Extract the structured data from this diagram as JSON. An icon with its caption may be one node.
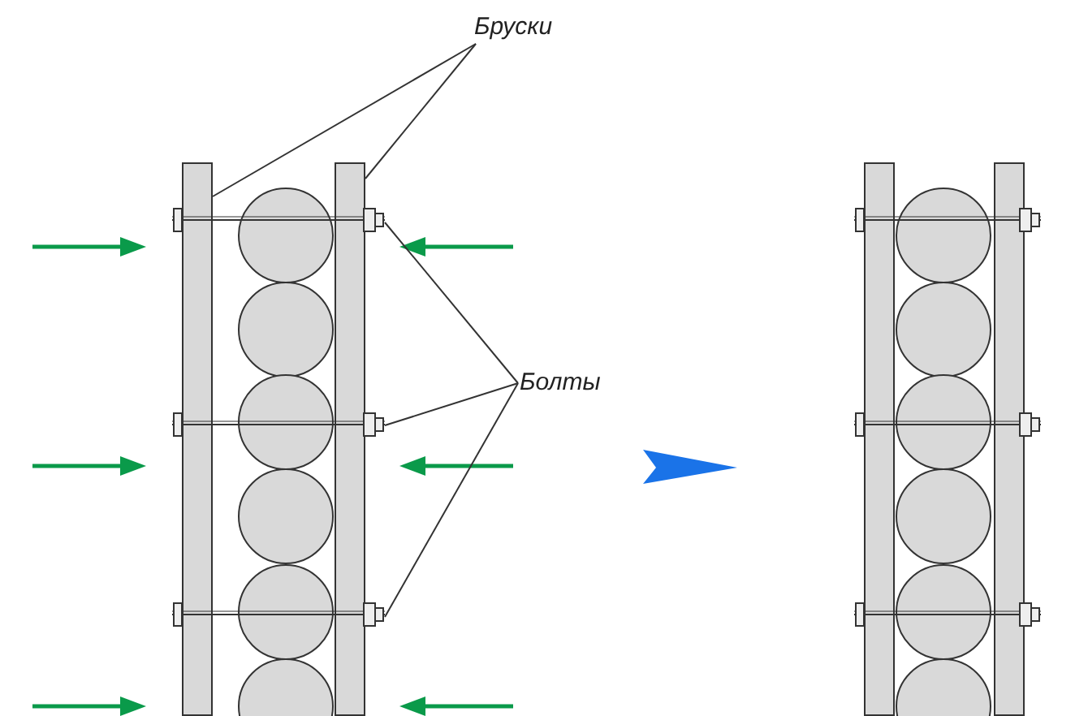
{
  "diagram": {
    "nodes": [
      {
        "text": [
          "Бруски"
        ]
      },
      {
        "text": [],
        "shape": "bar"
      },
      {
        "text": [],
        "shape": "bar"
      },
      {
        "text": [
          "Болты"
        ]
      },
      {
        "text": [],
        "shape": "bar"
      },
      {
        "text": [],
        "shape": "bar"
      },
      {
        "text": [],
        "shape": "bar"
      },
      {
        "text": [],
        "shape": "bar"
      },
      {
        "text": [],
        "shape": "bar"
      },
      {
        "text": [],
        "shape": "bar"
      },
      {
        "text": [],
        "shape": "bar"
      },
      {
        "text": [],
        "shape": "bar"
      }
    ],
    "edges": [
      {
        "from": 0,
        "to": 1,
        "arrow": "none"
      },
      {
        "from": 0,
        "to": 2,
        "arrow": "none"
      },
      {
        "from": 3,
        "to": 4,
        "arrow": "none"
      },
      {
        "from": 3,
        "to": 5,
        "arrow": "none"
      },
      {
        "from": 3,
        "to": 6,
        "arrow": "none"
      }
    ]
  }
}
